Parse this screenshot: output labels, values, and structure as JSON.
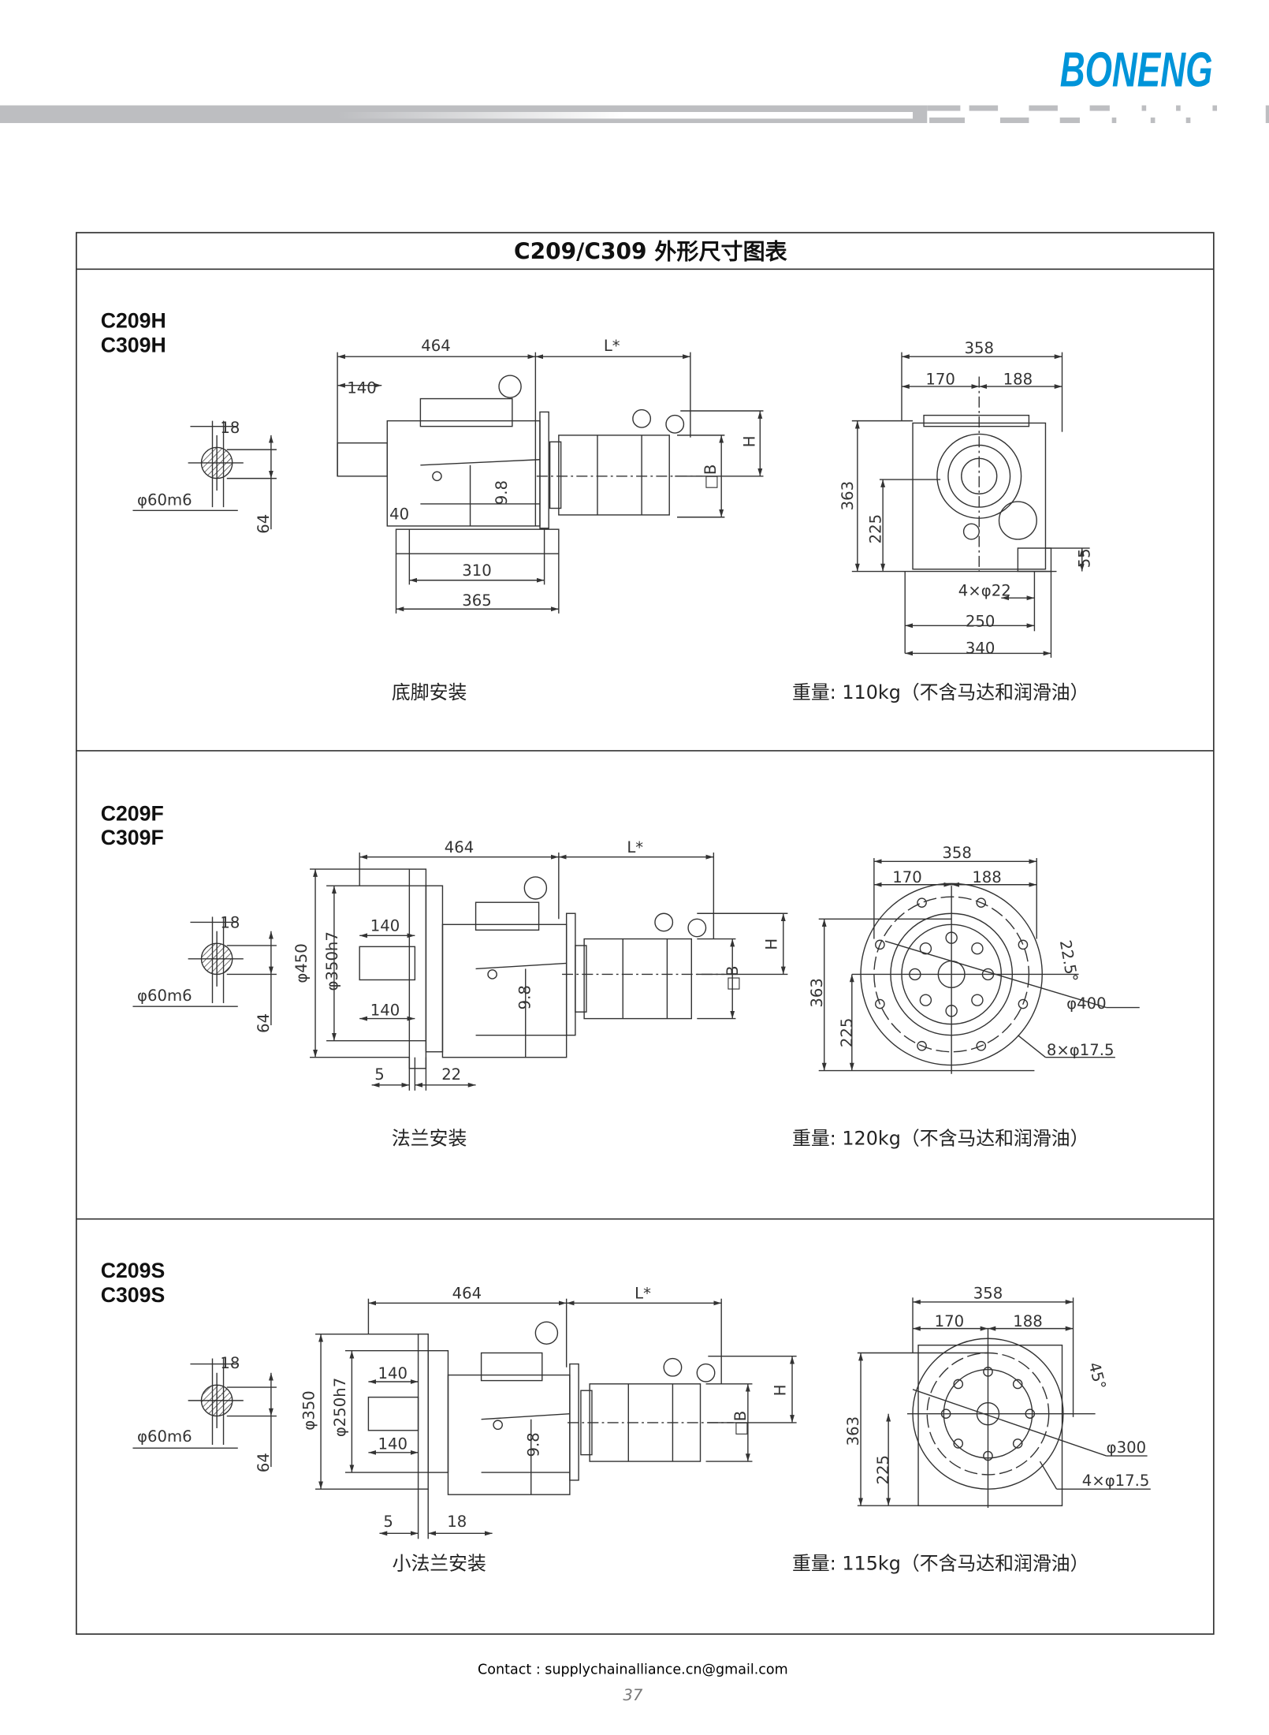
{
  "brand": {
    "logo": "BONENG"
  },
  "title": "C209/C309  外形尺寸图表",
  "sections": [
    {
      "models": [
        "C209H",
        "C309H"
      ],
      "mount": "底脚安装",
      "weight": "重量: 110kg（不含马达和润滑油）",
      "shaft": {
        "key": "18",
        "dia": "φ60m6",
        "height": "64"
      },
      "side": {
        "len": "464",
        "motor": "L*",
        "shaft_len": "140",
        "offset": "40",
        "center": "9.8",
        "foot_inner": "310",
        "foot_outer": "365",
        "square": "□B",
        "height": "H"
      },
      "end": {
        "width": "358",
        "left": "170",
        "right": "188",
        "total_h": "363",
        "center_h": "225",
        "foot_h": "55",
        "holes": "4×φ22",
        "hole_span": "250",
        "foot_w": "340"
      }
    },
    {
      "models": [
        "C209F",
        "C309F"
      ],
      "mount": "法兰安装",
      "weight": "重量: 120kg（不含马达和润滑油）",
      "shaft": {
        "key": "18",
        "dia": "φ60m6",
        "height": "64"
      },
      "side": {
        "len": "464",
        "motor": "L*",
        "flange_dia": "φ450",
        "spigot": "φ350h7",
        "shaft_len_a": "140",
        "shaft_len_b": "140",
        "spigot_depth": "5",
        "flange_thk": "22",
        "center": "9.8",
        "square": "□B",
        "height": "H"
      },
      "end": {
        "width": "358",
        "left": "170",
        "right": "188",
        "total_h": "363",
        "center_h": "225",
        "pcd": "φ400",
        "holes": "8×φ17.5",
        "angle": "22.5°"
      }
    },
    {
      "models": [
        "C209S",
        "C309S"
      ],
      "mount": "小法兰安装",
      "weight": "重量: 115kg（不含马达和润滑油）",
      "shaft": {
        "key": "18",
        "dia": "φ60m6",
        "height": "64"
      },
      "side": {
        "len": "464",
        "motor": "L*",
        "flange_dia": "φ350",
        "spigot": "φ250h7",
        "shaft_len_a": "140",
        "shaft_len_b": "140",
        "spigot_depth": "5",
        "flange_thk": "18",
        "center": "9.8",
        "square": "□B",
        "height": "H"
      },
      "end": {
        "width": "358",
        "left": "170",
        "right": "188",
        "total_h": "363",
        "center_h": "225",
        "pcd": "φ300",
        "holes": "4×φ17.5",
        "angle": "45°"
      }
    }
  ],
  "footer": {
    "contact": "Contact : supplychainalliance.cn@gmail.com",
    "page": "37"
  }
}
